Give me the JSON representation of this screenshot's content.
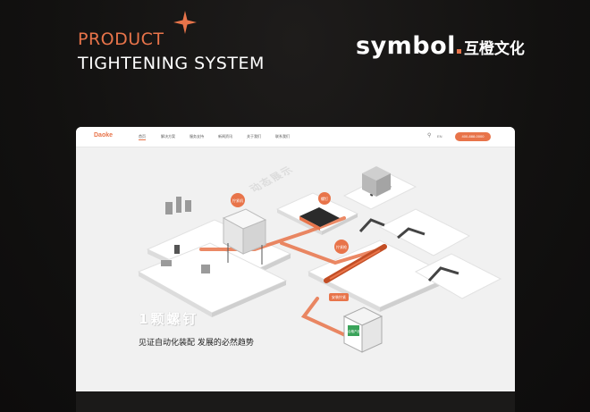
{
  "header": {
    "product_label": "PRODUCT",
    "title": "TIGHTENING SYSTEM",
    "brand_en": "symbol",
    "brand_cn": "互橙文化",
    "accent_color": "#e8744a"
  },
  "site": {
    "logo": "Daoke",
    "nav_items": [
      "首页",
      "解决方案",
      "服务支持",
      "新闻资讯",
      "关于我们",
      "联系我们"
    ],
    "lang": "EN",
    "phone": "400-888-0000"
  },
  "hero": {
    "tilted_text": "动态展示",
    "slogan_big": "1颗螺钉",
    "slogan_sub": "见证自动化装配  发展的必然趋势",
    "tags": {
      "t1": "拧紧机",
      "t2": "螺钉",
      "t3": "拧紧枪",
      "t4": "安装拧紧",
      "t5": "合格产品"
    }
  },
  "icons": {
    "spark": "sparkle-icon",
    "search": "search-icon"
  }
}
